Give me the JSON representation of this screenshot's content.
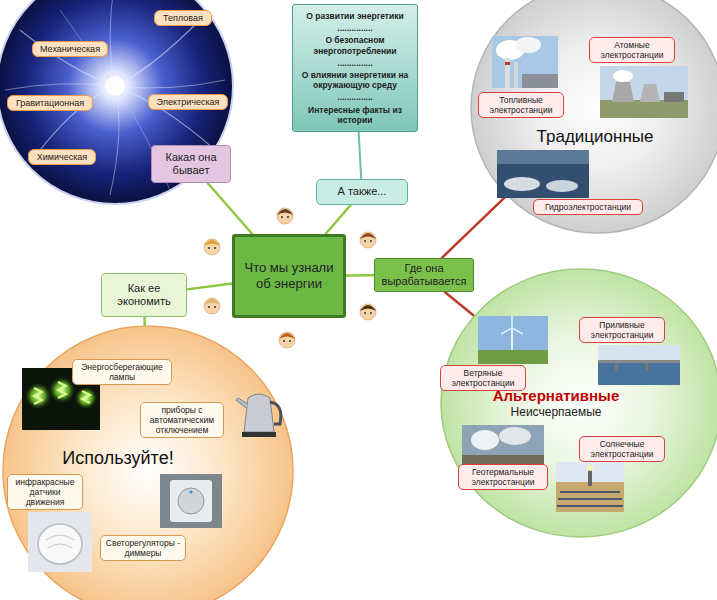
{
  "diagram": {
    "nodes": [
      {
        "text": [
          "Что мы узнали об энергии"
        ]
      },
      {
        "text": [
          "Какая она бывает"
        ]
      },
      {
        "text": [
          "Механическая"
        ]
      },
      {
        "text": [
          "Тепловая"
        ]
      },
      {
        "text": [
          "Гравитационная"
        ]
      },
      {
        "text": [
          "Электрическая"
        ]
      },
      {
        "text": [
          "Химическая"
        ]
      },
      {
        "text": [
          "О развитии энергетики",
          "...............",
          "О безопасном энергопотреблении",
          "...............",
          "О влиянии энергетики на окружающую среду",
          "...............",
          "Интересные факты из истории"
        ]
      },
      {
        "text": [
          "А также..."
        ]
      },
      {
        "text": [
          "Где она вырабатывается"
        ]
      },
      {
        "text": [
          "Традиционные"
        ]
      },
      {
        "text": [
          "Топливные электростанции"
        ],
        "in": 10
      },
      {
        "text": [
          "Атомные электростанции"
        ],
        "in": 10
      },
      {
        "text": [
          "Гидроэлектростанции"
        ],
        "in": 10
      },
      {
        "text": [
          "Альтернативные",
          "Неисчерпаемые"
        ]
      },
      {
        "text": [
          "Приливные электростанции"
        ],
        "in": 14
      },
      {
        "text": [
          "Ветряные электростанции"
        ],
        "in": 14
      },
      {
        "text": [
          "Солнечные электростанции"
        ],
        "in": 14
      },
      {
        "text": [
          "Геотермальные электростанции"
        ],
        "in": 14
      },
      {
        "text": [
          "Как ее экономить"
        ]
      },
      {
        "text": [
          "Используйте!"
        ]
      },
      {
        "text": [
          "Энергосберегающие лампы"
        ],
        "in": 20
      },
      {
        "text": [
          "приборы с автоматическим отключением"
        ],
        "in": 20
      },
      {
        "text": [
          "инфракрасные датчики движения"
        ],
        "in": 20
      },
      {
        "text": [
          "Светорегуляторы - диммеры"
        ],
        "in": 20
      }
    ],
    "edges": [
      {
        "from": 0,
        "to": 1,
        "arrow": "none"
      },
      {
        "from": 0,
        "to": 8,
        "arrow": "none"
      },
      {
        "from": 8,
        "to": 7,
        "arrow": "none"
      },
      {
        "from": 0,
        "to": 9,
        "arrow": "none"
      },
      {
        "from": 9,
        "to": 10,
        "arrow": "none"
      },
      {
        "from": 9,
        "to": 14,
        "arrow": "none"
      },
      {
        "from": 0,
        "to": 19,
        "arrow": "none"
      },
      {
        "from": 19,
        "to": 20,
        "arrow": "none"
      }
    ]
  }
}
